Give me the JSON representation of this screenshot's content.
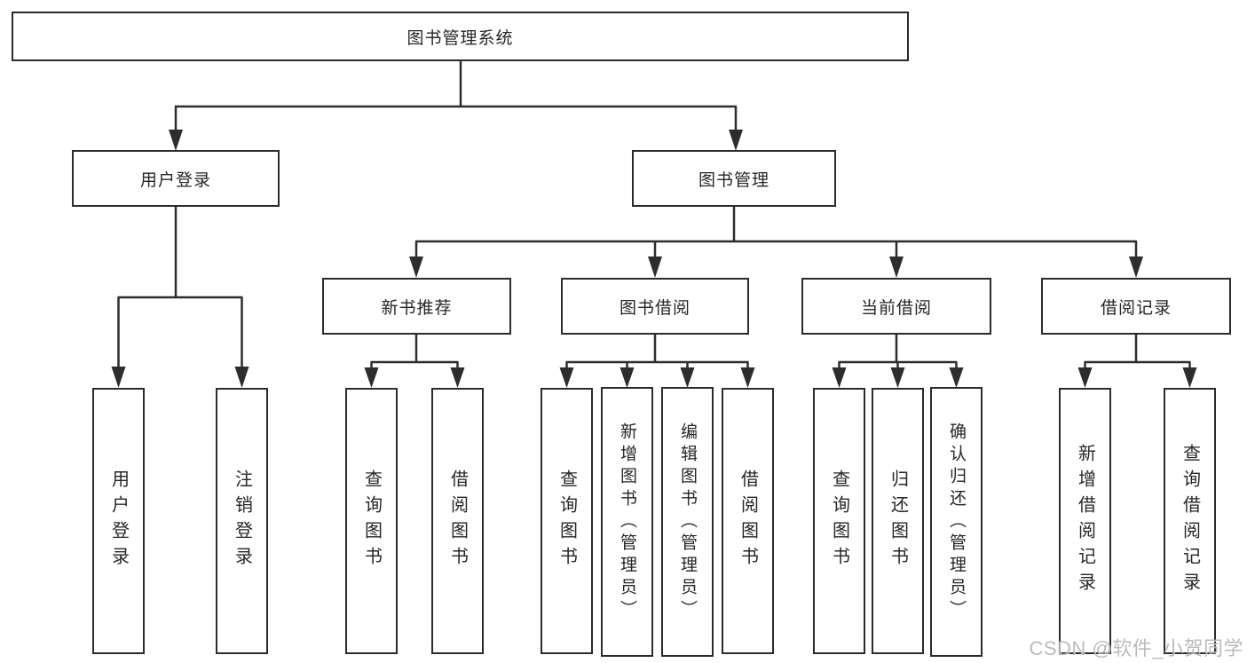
{
  "diagram_type": "hierarchy-flowchart",
  "colors": {
    "background": "#ffffff",
    "line": "#2d2d2d",
    "box_border": "#2b2b2b",
    "box_fill": "#ffffff",
    "text": "#262626",
    "watermark": "#b2b2b2"
  },
  "watermark": {
    "text": "CSDN @软件_小贺同学"
  },
  "tree": {
    "label": "图书管理系统",
    "children": [
      {
        "label": "用户登录",
        "children": [
          {
            "label": "用户登录"
          },
          {
            "label": "注销登录"
          }
        ]
      },
      {
        "label": "图书管理",
        "children": [
          {
            "label": "新书推荐",
            "children": [
              {
                "label": "查询图书"
              },
              {
                "label": "借阅图书"
              }
            ]
          },
          {
            "label": "图书借阅",
            "children": [
              {
                "label": "查询图书"
              },
              {
                "label": "新增图书（管理员）"
              },
              {
                "label": "编辑图书（管理员）"
              },
              {
                "label": "借阅图书"
              }
            ]
          },
          {
            "label": "当前借阅",
            "children": [
              {
                "label": "查询图书"
              },
              {
                "label": "归还图书"
              },
              {
                "label": "确认归还（管理员）"
              }
            ]
          },
          {
            "label": "借阅记录",
            "children": [
              {
                "label": "新增借阅记录"
              },
              {
                "label": "查询借阅记录"
              }
            ]
          }
        ]
      }
    ]
  }
}
